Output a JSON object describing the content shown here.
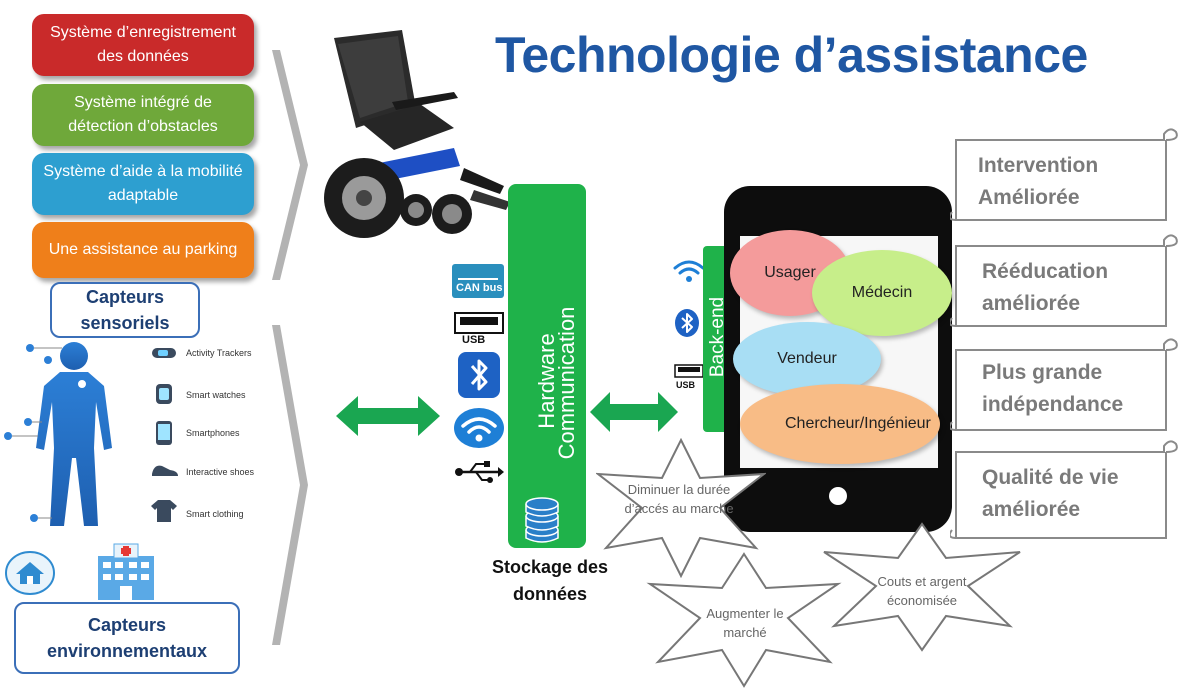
{
  "title": "Technologie d’assistance",
  "systems": [
    {
      "label": "Système d’enregistrement des données",
      "color": "#c92a2a"
    },
    {
      "label": "Système intégré de détection d’obstacles",
      "color": "#6fa83a"
    },
    {
      "label": "Système d’aide à la mobilité  adaptable",
      "color": "#2d9fd0"
    },
    {
      "label": "Une assistance au parking",
      "color": "#ef7f1a"
    }
  ],
  "labels": {
    "capteurs_sensoriels": "Capteurs sensoriels",
    "capteurs_environnementaux": "Capteurs environnementaux",
    "stockage": "Stockage des données",
    "can_bus": "CAN bus",
    "usb": "USB"
  },
  "wearables": [
    "Activity Trackers",
    "Smart watches",
    "Smartphones",
    "Interactive shoes",
    "Smart clothing"
  ],
  "hardware_bar": {
    "line1": "Hardware",
    "line2": "Communication"
  },
  "backend_bar": "Back-end",
  "ovals": [
    "Usager",
    "Médecin",
    "Vendeur",
    "Chercheur/Ingénieur"
  ],
  "oval_colors": [
    "#f49b9b",
    "#c7ee8a",
    "#a8def4",
    "#f8bc86"
  ],
  "scrolls": [
    "Intervention Améliorée",
    "Rééducation améliorée",
    "Plus grande indépendance",
    "Qualité de vie améliorée"
  ],
  "stars": [
    "Diminuer la durée d’accés au marche",
    "Augmenter le marché",
    "Couts et argent économisée"
  ],
  "colors": {
    "green": "#1fb24a",
    "arrow": "#1aa651",
    "title": "#1f57a3"
  }
}
